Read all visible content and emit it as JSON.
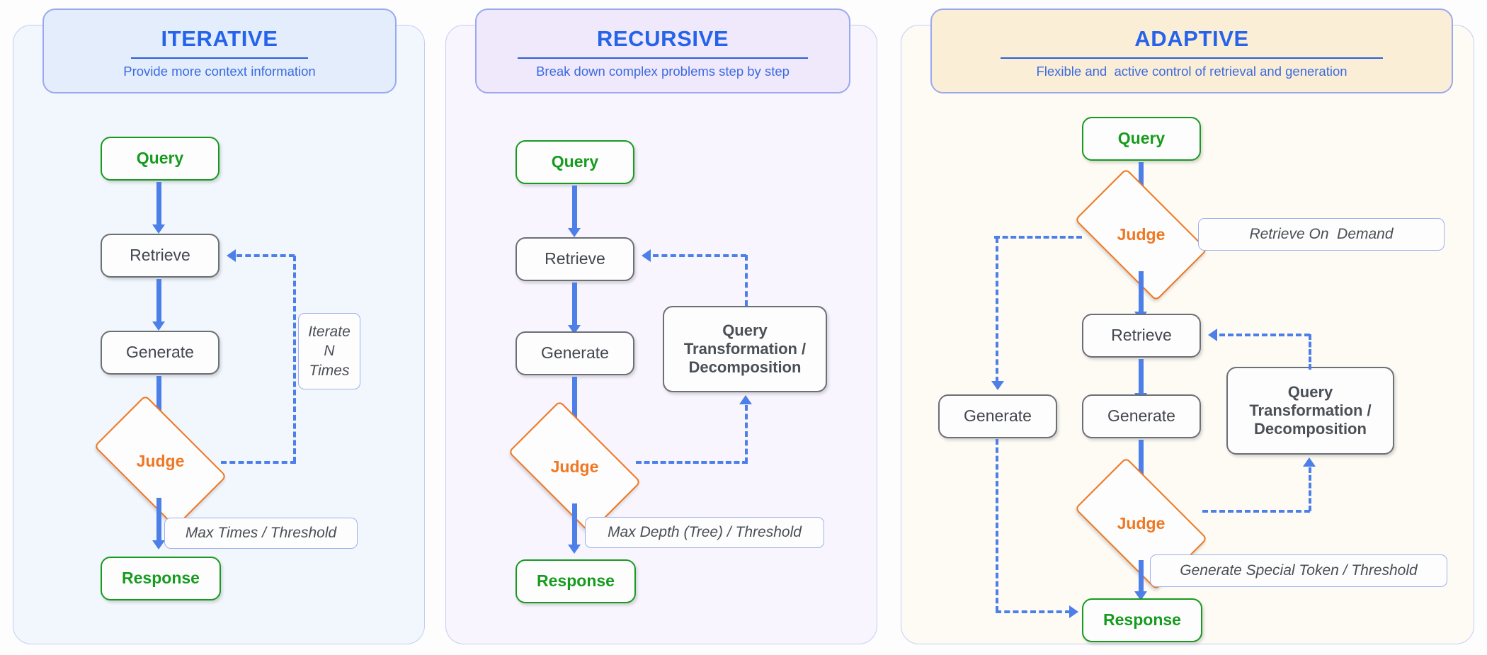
{
  "colors": {
    "accent_blue": "#2563eb",
    "arrow_blue": "#4c7fe8",
    "terminal_green": "#179b1f",
    "judge_orange": "#ef7722",
    "process_gray": "#43474e",
    "panel_iterative_bg": "#f2f7fe",
    "panel_recursive_bg": "#f8f5fe",
    "panel_adaptive_bg": "#fefbf5"
  },
  "panels": [
    {
      "id": "iterative",
      "title": "ITERATIVE",
      "subtitle": "Provide more context information",
      "nodes": {
        "query": "Query",
        "retrieve": "Retrieve",
        "generate": "Generate",
        "judge": "Judge",
        "response": "Response"
      },
      "notes": {
        "loop": "Iterate\nN\nTimes",
        "exit": "Max Times / Threshold"
      }
    },
    {
      "id": "recursive",
      "title": "RECURSIVE",
      "subtitle": "Break down complex problems step by step",
      "nodes": {
        "query": "Query",
        "retrieve": "Retrieve",
        "generate": "Generate",
        "judge": "Judge",
        "response": "Response",
        "transform": "Query\nTransformation /\nDecomposition"
      },
      "notes": {
        "exit": "Max Depth (Tree) / Threshold"
      }
    },
    {
      "id": "adaptive",
      "title": "ADAPTIVE",
      "subtitle": "Flexible and  active control of retrieval and generation",
      "nodes": {
        "query": "Query",
        "judge_top": "Judge",
        "retrieve": "Retrieve",
        "generate_left": "Generate",
        "generate_mid": "Generate",
        "judge_bottom": "Judge",
        "response": "Response",
        "transform": "Query\nTransformation /\nDecomposition"
      },
      "notes": {
        "on_demand": "Retrieve On  Demand",
        "exit": "Generate Special Token / Threshold"
      }
    }
  ]
}
